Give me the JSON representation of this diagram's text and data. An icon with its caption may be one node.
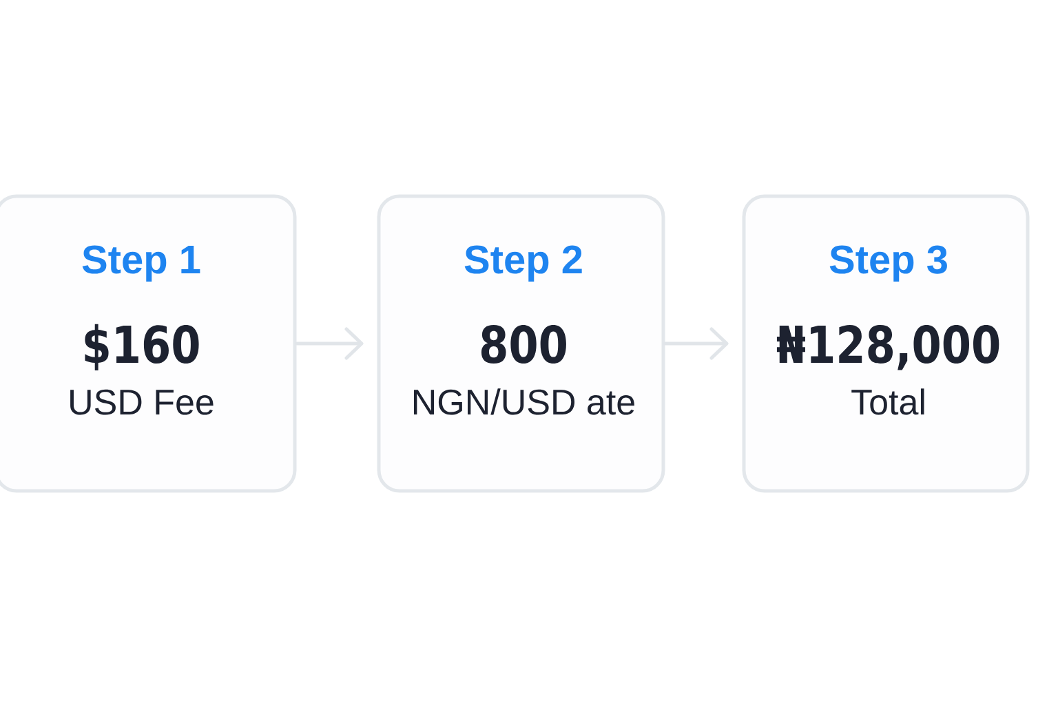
{
  "diagram": {
    "nodes": [
      {
        "text": [
          "Step 1",
          "$160",
          "USD Fee"
        ]
      },
      {
        "text": [
          "Step 2",
          "800",
          "NGN/USD ate"
        ]
      },
      {
        "text": [
          "Step 3",
          "₦128,000",
          "Total"
        ]
      }
    ],
    "edges": [
      {
        "from": 0,
        "to": 1,
        "arrow": "to"
      },
      {
        "from": 1,
        "to": 2,
        "arrow": "to"
      }
    ]
  }
}
